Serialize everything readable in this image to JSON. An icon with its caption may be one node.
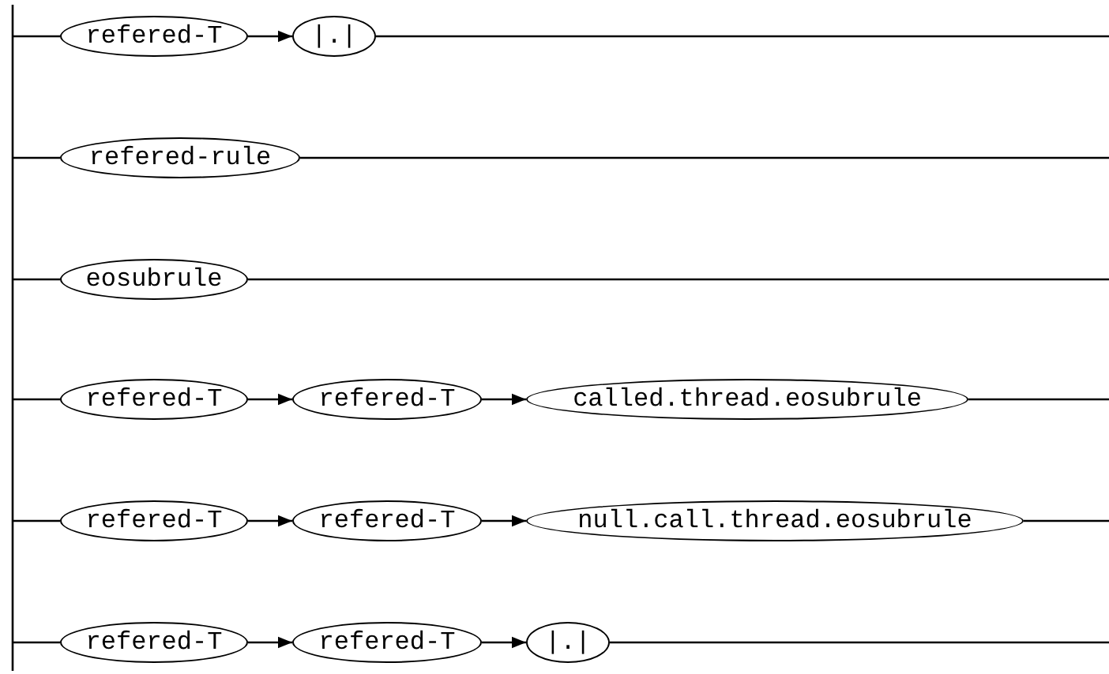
{
  "diagram": {
    "nodes": [
      {
        "text": [
          "refered-T"
        ]
      },
      {
        "text": [
          "|.|"
        ]
      },
      {
        "text": [
          "refered-rule"
        ]
      },
      {
        "text": [
          "eosubrule"
        ]
      },
      {
        "text": [
          "refered-T"
        ]
      },
      {
        "text": [
          "refered-T"
        ]
      },
      {
        "text": [
          "called.thread.eosubrule"
        ]
      },
      {
        "text": [
          "refered-T"
        ]
      },
      {
        "text": [
          "refered-T"
        ]
      },
      {
        "text": [
          "null.call.thread.eosubrule"
        ]
      },
      {
        "text": [
          "refered-T"
        ]
      },
      {
        "text": [
          "refered-T"
        ]
      },
      {
        "text": [
          "|.|"
        ]
      }
    ],
    "edges": [
      {
        "from": null,
        "to": 0,
        "arrow": "none"
      },
      {
        "from": 0,
        "to": 1,
        "arrow": "to"
      },
      {
        "from": 1,
        "to": null,
        "arrow": "none"
      },
      {
        "from": null,
        "to": 2,
        "arrow": "none"
      },
      {
        "from": 2,
        "to": null,
        "arrow": "none"
      },
      {
        "from": null,
        "to": 3,
        "arrow": "none"
      },
      {
        "from": 3,
        "to": null,
        "arrow": "none"
      },
      {
        "from": null,
        "to": 4,
        "arrow": "none"
      },
      {
        "from": 4,
        "to": 5,
        "arrow": "to"
      },
      {
        "from": 5,
        "to": 6,
        "arrow": "to"
      },
      {
        "from": 6,
        "to": null,
        "arrow": "none"
      },
      {
        "from": null,
        "to": 7,
        "arrow": "none"
      },
      {
        "from": 7,
        "to": 8,
        "arrow": "to"
      },
      {
        "from": 8,
        "to": 9,
        "arrow": "to"
      },
      {
        "from": 9,
        "to": null,
        "arrow": "none"
      },
      {
        "from": null,
        "to": 10,
        "arrow": "none"
      },
      {
        "from": 10,
        "to": 11,
        "arrow": "to"
      },
      {
        "from": 11,
        "to": 12,
        "arrow": "to"
      },
      {
        "from": 12,
        "to": null,
        "arrow": "none"
      }
    ]
  }
}
